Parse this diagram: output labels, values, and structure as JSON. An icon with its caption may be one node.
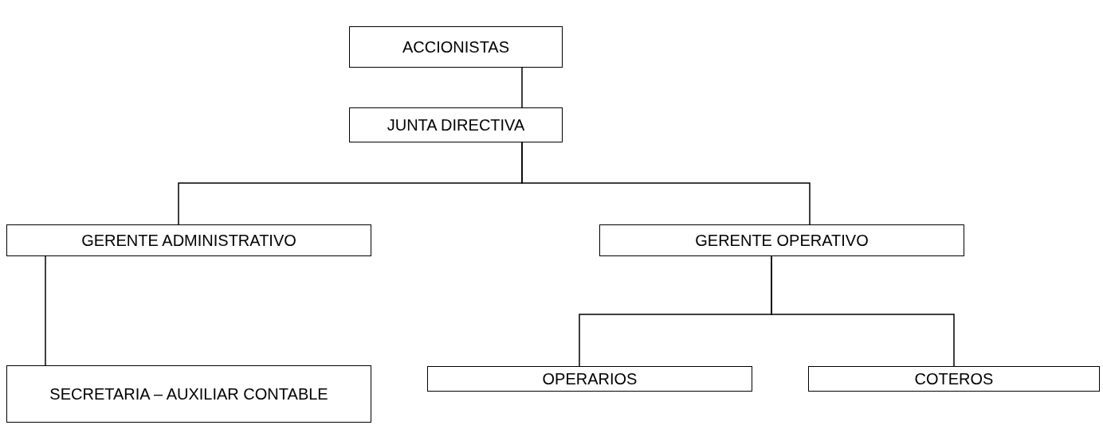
{
  "diagram": {
    "nodes": [
      {
        "text": [
          "ACCIONISTAS"
        ]
      },
      {
        "text": [
          "JUNTA DIRECTIVA"
        ]
      },
      {
        "text": [
          "GERENTE ADMINISTRATIVO"
        ]
      },
      {
        "text": [
          "GERENTE OPERATIVO"
        ]
      },
      {
        "text": [
          "SECRETARIA – AUXILIAR CONTABLE"
        ]
      },
      {
        "text": [
          "OPERARIOS"
        ]
      },
      {
        "text": [
          "COTEROS"
        ]
      }
    ],
    "edges": [
      {
        "from": 0,
        "to": 1,
        "arrow": "none"
      },
      {
        "from": 1,
        "to": 2,
        "arrow": "none"
      },
      {
        "from": 1,
        "to": 3,
        "arrow": "none"
      },
      {
        "from": 2,
        "to": 4,
        "arrow": "none"
      },
      {
        "from": 3,
        "to": 5,
        "arrow": "none"
      },
      {
        "from": 3,
        "to": 6,
        "arrow": "none"
      }
    ]
  }
}
